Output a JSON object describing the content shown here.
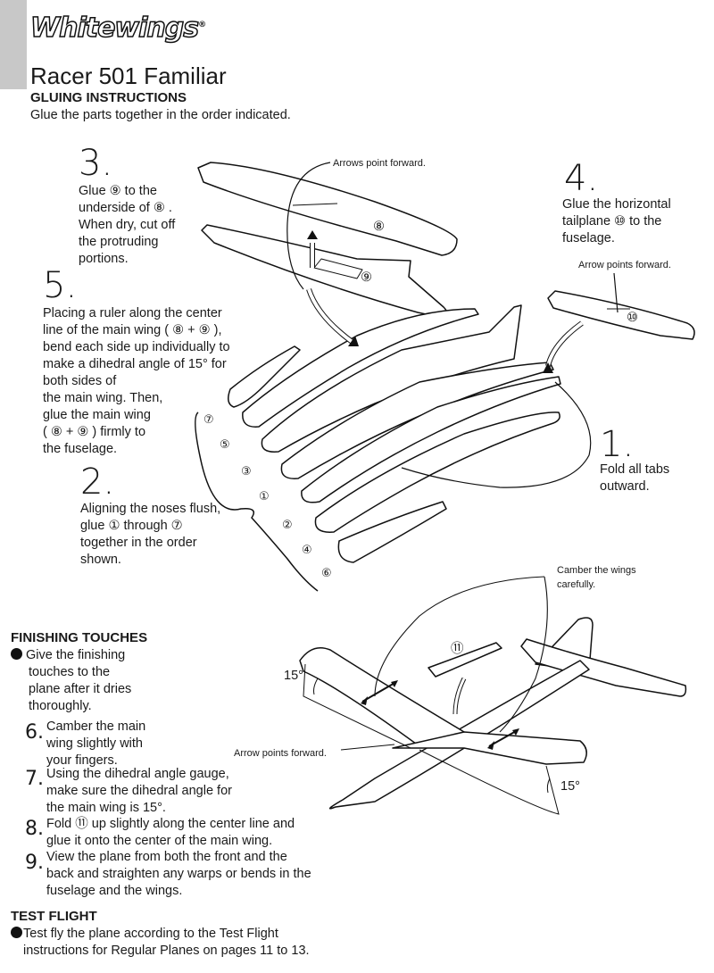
{
  "header": {
    "brand": "Whitewings",
    "brand_reg": "®",
    "model": "Racer 501 Familiar",
    "section_title": "GLUING INSTRUCTIONS",
    "intro": "Glue the parts together in the order indicated."
  },
  "steps": {
    "s3": {
      "num": "3.",
      "lines": [
        "Glue ⑨ to the",
        "underside of ⑧ .",
        "When dry, cut off",
        "the protruding",
        "portions."
      ]
    },
    "s4": {
      "num": "4.",
      "lines": [
        "Glue the horizontal",
        "tailplane ⑩ to the",
        "fuselage."
      ]
    },
    "s5": {
      "num": "5.",
      "lines": [
        "Placing a ruler along the center",
        "line of the main wing ( ⑧ + ⑨ ),",
        "bend each side up individually to",
        "make a dihedral angle of  15° for",
        "both sides of",
        "the main wing. Then,",
        "glue the main wing",
        "( ⑧ + ⑨ ) firmly to",
        "the fuselage."
      ]
    },
    "s1": {
      "num": "1.",
      "lines": [
        "Fold all tabs",
        "outward."
      ]
    },
    "s2": {
      "num": "2.",
      "lines": [
        "Aligning the noses flush,",
        "glue ① through ⑦",
        "together in the order",
        "shown."
      ]
    }
  },
  "labels": {
    "arrows_forward": "Arrows point forward.",
    "arrow_forward_tail": "Arrow points forward.",
    "arrow_forward_wing": "Arrow points forward.",
    "camber_line1": "Camber the wings",
    "camber_line2": "carefully.",
    "angle_left": "15°",
    "angle_right": "15°",
    "part8": "⑧",
    "part9": "⑨",
    "part10": "⑩",
    "part11": "⑪",
    "layers": [
      "⑦",
      "⑤",
      "③",
      "①",
      "②",
      "④",
      "⑥"
    ]
  },
  "finishing": {
    "title": "FINISHING TOUCHES",
    "intro_lines": [
      "Give the finishing",
      "touches to the",
      "plane after it dries",
      "thoroughly."
    ],
    "s6": {
      "num": "6.",
      "lines": [
        "Camber the main",
        "wing slightly with",
        "your fingers."
      ]
    },
    "s7": {
      "num": "7.",
      "lines": [
        "Using the dihedral angle gauge,",
        "make sure the dihedral angle for",
        "the main wing is 15°."
      ]
    },
    "s8": {
      "num": "8.",
      "lines": [
        "Fold ⑪ up slightly along the center line and",
        "glue it onto the center of the main wing."
      ]
    },
    "s9": {
      "num": "9.",
      "lines": [
        "View the plane from both the front and the",
        "back and straighten any warps or bends in the",
        "fuselage and the wings."
      ]
    }
  },
  "test_flight": {
    "title": "TEST FLIGHT",
    "lines": [
      "Test fly the plane according to the Test Flight",
      "instructions for Regular Planes on pages 11 to 13."
    ]
  }
}
